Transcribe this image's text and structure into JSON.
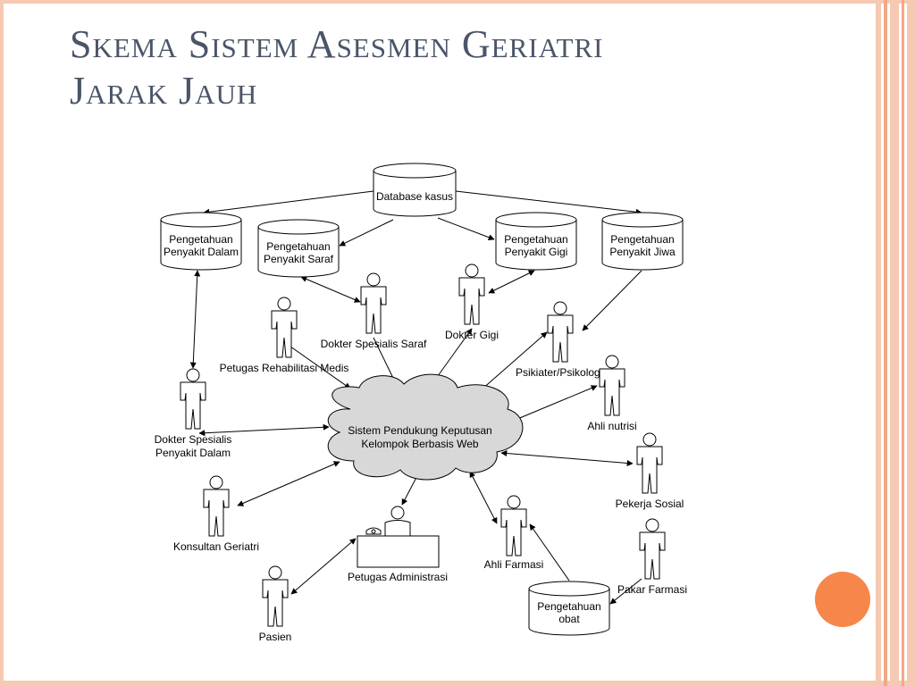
{
  "slide": {
    "title_line1": "Skema Sistem Asesmen Geriatri",
    "title_line2": "Jarak Jauh"
  },
  "theme": {
    "title_color": "#4a5568",
    "accent": "#f7864b",
    "frame": "#f6c9b3"
  },
  "diagram": {
    "databases": {
      "kasus": [
        "Database kasus"
      ],
      "dalam": [
        "Pengetahuan",
        "Penyakit Dalam"
      ],
      "saraf": [
        "Pengetahuan",
        "Penyakit Saraf"
      ],
      "gigi": [
        "Pengetahuan",
        "Penyakit Gigi"
      ],
      "jiwa": [
        "Pengetahuan",
        "Penyakit Jiwa"
      ],
      "obat": [
        "Pengetahuan",
        "obat"
      ]
    },
    "cloud": [
      "Sistem Pendukung Keputusan",
      "Kelompok Berbasis Web"
    ],
    "actors": {
      "spesialis_saraf": "Dokter Spesialis Saraf",
      "gigi": "Dokter Gigi",
      "rehab": "Petugas  Rehabilitasi Medis",
      "psikiater": "Psikiater/Psikolog",
      "nutrisi": "Ahli nutrisi",
      "spesialis_dalam": [
        "Dokter Spesialis",
        "Penyakit Dalam"
      ],
      "sosial": "Pekerja  Sosial",
      "konsultan": "Konsultan Geriatri",
      "farmasi": "Ahli Farmasi",
      "pakar_farmasi": "Pakar Farmasi",
      "administrasi": "Petugas Administrasi",
      "pasien": "Pasien"
    }
  }
}
